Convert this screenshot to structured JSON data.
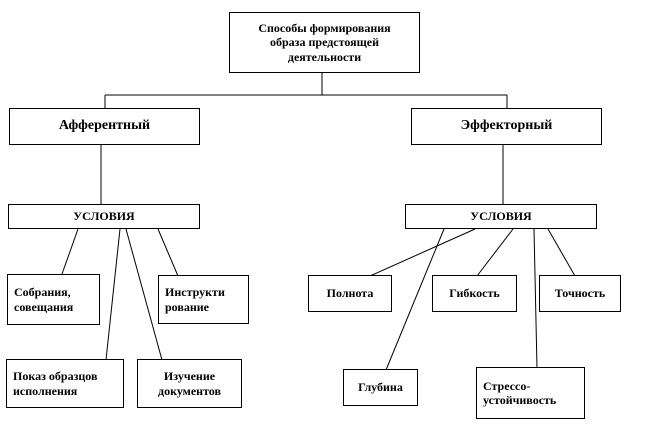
{
  "root": {
    "label": "Способы формирования\nобраза предстоящей\nдеятельности"
  },
  "branches": {
    "afferent": {
      "label": "Афферентный"
    },
    "efferent": {
      "label": "Эффекторный"
    }
  },
  "conditions": {
    "left": {
      "label": "УСЛОВИЯ"
    },
    "right": {
      "label": "УСЛОВИЯ"
    }
  },
  "afferent_items": {
    "meetings": "Собрания,\nсовещания",
    "instruction": "Инструкти\nрование",
    "samples": "Показ образцов\nисполнения",
    "documents": "Изучение\nдокументов"
  },
  "efferent_items": {
    "completeness": "Полнота",
    "flexibility": "Гибкость",
    "accuracy": "Точность",
    "depth": "Глубина",
    "stress": "Стрессо-\nустойчивость"
  },
  "colors": {
    "line": "#000000",
    "box_border": "#000000",
    "background": "#ffffff",
    "text": "#000000"
  }
}
